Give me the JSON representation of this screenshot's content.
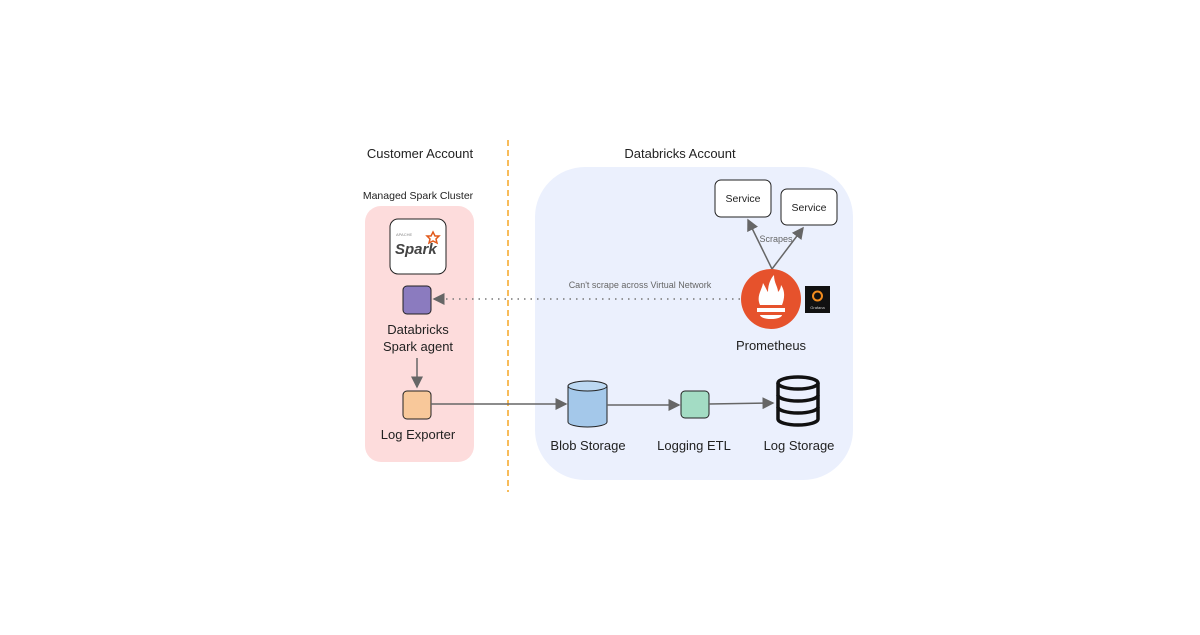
{
  "zones": {
    "customer": {
      "title": "Customer Account",
      "cluster_title": "Managed Spark Cluster"
    },
    "databricks": {
      "title": "Databricks Account"
    }
  },
  "nodes": {
    "spark_logo": {
      "text": "Spark",
      "superscript": "APACHE"
    },
    "spark_agent": {
      "line1": "Databricks",
      "line2": "Spark agent"
    },
    "log_exporter": {
      "label": "Log Exporter"
    },
    "service_1": {
      "label": "Service"
    },
    "service_2": {
      "label": "Service"
    },
    "prometheus": {
      "label": "Prometheus"
    },
    "grafana": {
      "text": "Grafana"
    },
    "blob_storage": {
      "label": "Blob Storage"
    },
    "logging_etl": {
      "label": "Logging ETL"
    },
    "log_storage": {
      "label": "Log Storage"
    }
  },
  "edges": {
    "scrapes": "Scrapes",
    "cant_scrape": "Can't scrape across Virtual Network"
  },
  "colors": {
    "divider": "#f5a623",
    "customer_bg": "#fddcdc",
    "databricks_bg": "#ebf0fd",
    "agent": "#8b7bbf",
    "exporter": "#f8c89a",
    "blob": "#a4c8ea",
    "etl": "#a3dcc4",
    "prometheus": "#e6522c"
  }
}
